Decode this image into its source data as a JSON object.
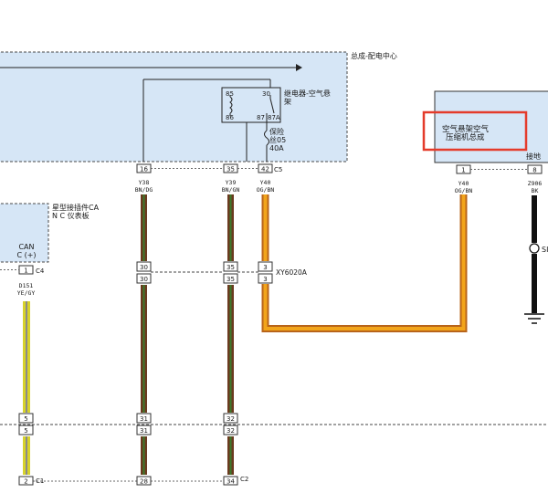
{
  "modules": {
    "power_center": {
      "label": "总成-配电中心"
    },
    "relay": {
      "label_line1": "继电器-空气悬",
      "label_line2": "架",
      "pins": [
        "85",
        "30",
        "86",
        "87",
        "87A"
      ]
    },
    "fuse": {
      "label_line1": "保险",
      "label_line2": "丝05",
      "rating": "40A"
    },
    "instrument": {
      "label_line1": "星型接插件CA",
      "label_line2": "N C 仪表板",
      "signal_line1": "CAN",
      "signal_line2": "C (+)"
    },
    "compressor": {
      "label_line1": "空气悬架空气",
      "label_line2": "压缩机总成",
      "ground_label": "接地"
    }
  },
  "connectors": {
    "c5": "C5",
    "c4": "C4",
    "c1": "C1",
    "c2": "C2",
    "inline": "XY6020A"
  },
  "pins": {
    "p16": "16",
    "p35": "35",
    "p42": "42",
    "p1_inst": "1",
    "p1_comp": "1",
    "p8_comp": "8",
    "p30a": "30",
    "p30b": "30",
    "p35a": "35",
    "p35b": "35",
    "p3a": "3",
    "p3b": "3",
    "p5a": "5",
    "p5b": "5",
    "p31a": "31",
    "p31b": "31",
    "p32a": "32",
    "p32b": "32",
    "p2": "2",
    "p28": "28",
    "p34": "34"
  },
  "wires": {
    "w16": {
      "id": "Y38",
      "color": "BN/DG"
    },
    "w35": {
      "id": "Y39",
      "color": "BN/GN"
    },
    "w42": {
      "id": "Y40",
      "color": "OG/BN"
    },
    "winst": {
      "id": "D151",
      "color": "YE/GY"
    },
    "wcomp": {
      "id": "Y40",
      "color": "OG/BN"
    },
    "wgnd": {
      "id": "Z906",
      "color": "BK"
    }
  },
  "splice": {
    "label": "SI"
  },
  "colors": {
    "module_fill": "#d6e6f6",
    "brown": "#6b3a1f",
    "green": "#3c7a2c",
    "orange": "#f2a51b",
    "orange_dark": "#b8641a",
    "yellow": "#d7d32a",
    "highlight": "#e43b2b"
  }
}
